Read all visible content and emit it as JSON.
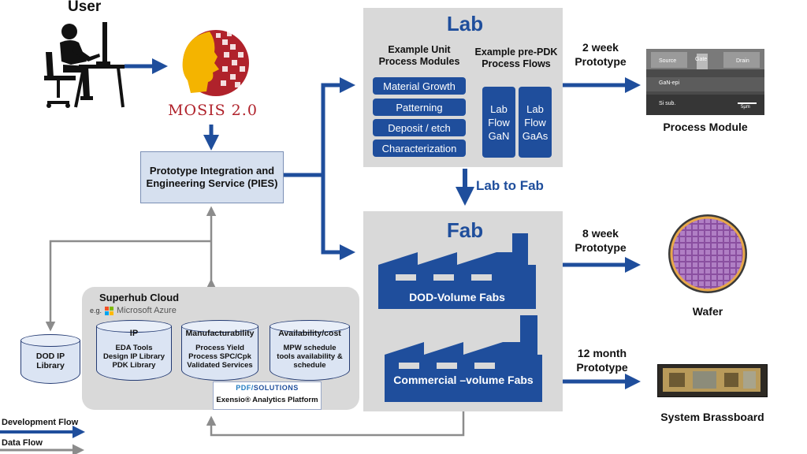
{
  "user": {
    "label": "User"
  },
  "mosis": {
    "label": "MOSIS 2.0"
  },
  "pies": {
    "label": "Prototype Integration and Engineering Service (PIES)"
  },
  "lab": {
    "title": "Lab",
    "modules_header": "Example Unit Process Modules",
    "flows_header": "Example pre-PDK Process Flows",
    "modules": [
      "Material Growth",
      "Patterning",
      "Deposit / etch",
      "Characterization"
    ],
    "flows": [
      "Lab Flow GaN",
      "Lab Flow GaAs"
    ]
  },
  "lab_to_fab": "Lab to Fab",
  "fab": {
    "title": "Fab",
    "dod": "DOD-Volume Fabs",
    "commercial": "Commercial –volume Fabs"
  },
  "outputs": [
    {
      "timeline": "2 week Prototype",
      "result": "Process Module"
    },
    {
      "timeline": "8 week Prototype",
      "result": "Wafer"
    },
    {
      "timeline": "12 month Prototype",
      "result": "System Brassboard"
    }
  ],
  "sem_labels": {
    "source": "Source",
    "gate": "Gate",
    "drain": "Drain",
    "epi": "GaN-epi",
    "sub": "Si sub.",
    "scale": "5µm"
  },
  "superhub": {
    "title": "Superhub Cloud",
    "eg": "e.g.",
    "provider": "Microsoft Azure",
    "ip": {
      "title": "IP",
      "items": [
        "EDA Tools",
        "Design IP Library",
        "PDK Library"
      ]
    },
    "manuf": {
      "title": "Manufacturability",
      "items": [
        "Process Yield",
        "Process SPC/Cpk",
        "Validated Services"
      ]
    },
    "avail": {
      "title": "Availability/cost",
      "items": [
        "MPW schedule",
        "tools availability &",
        "schedule"
      ]
    },
    "pdf_logo_a": "PDF/",
    "pdf_logo_b": "SOLUTIONS",
    "exensio": "Exensio® Analytics Platform"
  },
  "dod_lib": {
    "label": "DOD IP Library"
  },
  "legend": {
    "dev_flow": "Development Flow",
    "data_flow": "Data Flow"
  },
  "colors": {
    "dev_flow": "#1f4e9c",
    "data_flow": "#8c8c8c",
    "panel": "#d9d9d9",
    "mosis_red": "#b0222b"
  }
}
